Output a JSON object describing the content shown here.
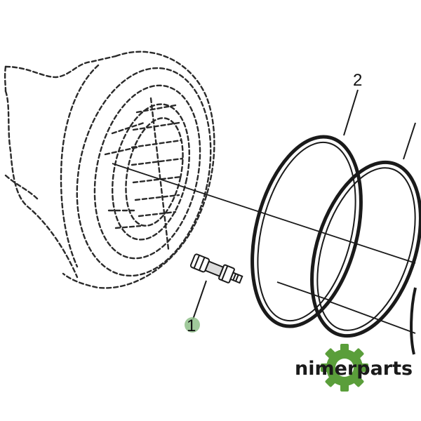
{
  "diagram": {
    "callouts": [
      {
        "id": "1",
        "label": "1",
        "part": "fitting"
      },
      {
        "id": "2",
        "label": "2",
        "part": "seal-ring"
      }
    ]
  },
  "logo": {
    "text": "nimerparts",
    "accent_color": "#5a9e3a"
  },
  "colors": {
    "line": "#1a1a1a",
    "dashed": "#2a2a2a",
    "badge": "#8fbf8a"
  }
}
